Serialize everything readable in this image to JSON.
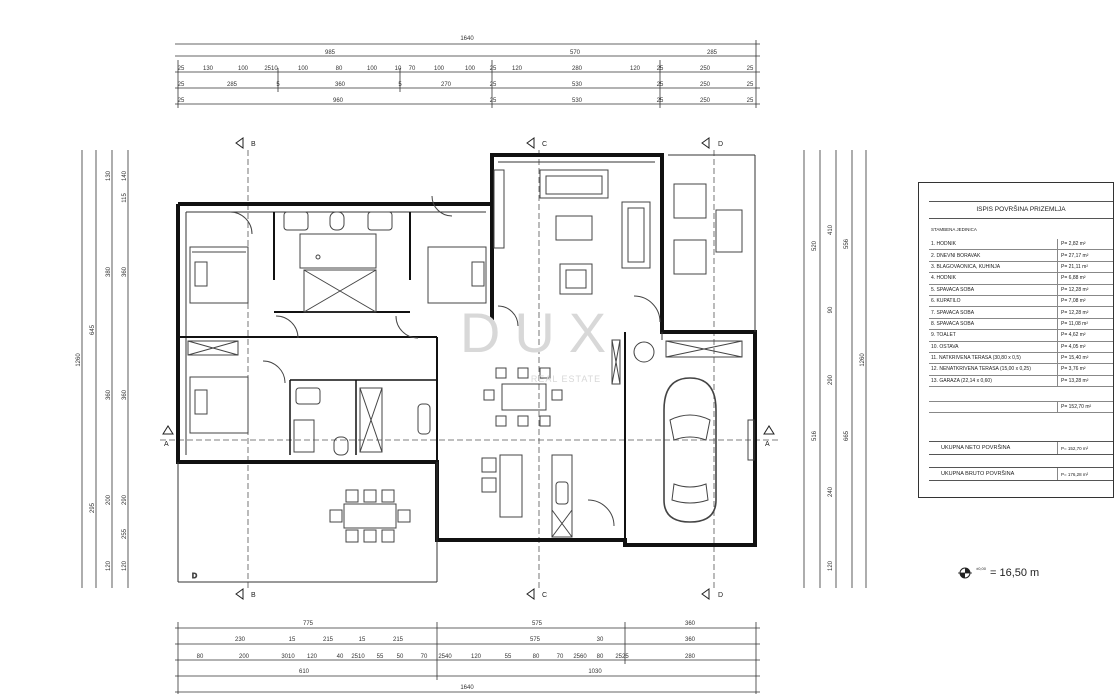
{
  "dims_top": {
    "total": "1640",
    "row1": [
      "985",
      "570",
      "285"
    ],
    "row2": [
      "25",
      "130",
      "100",
      "2510",
      "100",
      "80",
      "100",
      "10",
      "70",
      "100",
      "100",
      "25",
      "120",
      "280",
      "120",
      "25",
      "250",
      "25"
    ],
    "row3": [
      "25",
      "285",
      "5",
      "360",
      "5",
      "270",
      "25",
      "530",
      "25",
      "250",
      "25"
    ],
    "row4": [
      "25",
      "960",
      "25",
      "530",
      "25",
      "250",
      "25"
    ]
  },
  "dims_bottom": {
    "row1": [
      "775",
      "575",
      "360"
    ],
    "row2": [
      "230",
      "15",
      "215",
      "15",
      "215",
      "575",
      "30",
      "360"
    ],
    "row3": [
      "80",
      "200",
      "3010",
      "120",
      "40",
      "2510",
      "55",
      "50",
      "70",
      "2540",
      "120",
      "55",
      "80",
      "70",
      "2560",
      "80",
      "2525",
      "280"
    ],
    "row4": [
      "610",
      "1030"
    ],
    "total": "1640"
  },
  "dims_left": {
    "total": "1260",
    "col1": [
      "140",
      "115",
      "360",
      "360",
      "290",
      "255",
      "120"
    ],
    "col2": [
      "645",
      "295"
    ],
    "col3": [
      "130",
      "380",
      "360",
      "200",
      "120"
    ]
  },
  "dims_right": {
    "total": "1260",
    "col1": [
      "520",
      "516"
    ],
    "col2": [
      "410",
      "90",
      "290",
      "240",
      "120"
    ],
    "col3": [
      "556",
      "665"
    ]
  },
  "sections": {
    "b_top": "B",
    "b_bottom": "B",
    "c_top": "C",
    "c_bottom": "C",
    "d_top": "D",
    "d_bottom": "D",
    "a_left": "A",
    "a_right": "A",
    "d_corner": "D"
  },
  "watermark": {
    "logo": "DUX",
    "tagline": "REAL ESTATE"
  },
  "legend": {
    "title": "ISPIS POVRŠINA PRIZEMLJA",
    "subtitle": "STAMBENA JEDINICA",
    "rows": [
      {
        "name": "1. HODNIK",
        "value": "P= 2,82 m²"
      },
      {
        "name": "2. DNEVNI BORAVAK",
        "value": "P= 27,17 m²"
      },
      {
        "name": "3. BLAGOVAONICA, KUHINJA",
        "value": "P= 21,11 m²"
      },
      {
        "name": "4. HODNIK",
        "value": "P= 6,88 m²"
      },
      {
        "name": "5. SPAVAĆA SOBA",
        "value": "P= 12,28 m²"
      },
      {
        "name": "6. KUPATILO",
        "value": "P= 7,08 m²"
      },
      {
        "name": "7. SPAVAĆA SOBA",
        "value": "P= 12,28 m²"
      },
      {
        "name": "8. SPAVAĆA SOBA",
        "value": "P= 11,08 m²"
      },
      {
        "name": "9. TOALET",
        "value": "P= 4,62 m²"
      },
      {
        "name": "10. OSTAVA",
        "value": "P= 4,05 m²"
      },
      {
        "name": "11. NATKRIVENA TERASA (30,80 x 0,5)",
        "value": "P= 15,40 m²"
      },
      {
        "name": "12. NENATKRIVENA TERASA (15,00 x 0,25)",
        "value": "P= 3,76 m²"
      },
      {
        "name": "13. GARAŽA (22,14 x 0,60)",
        "value": "P= 13,28 m²"
      }
    ],
    "sum": "P= 152,70 m²",
    "neto_label": "UKUPNA NETO POVRŠINA",
    "neto_value": "P= 152,70 m²",
    "bruto_label": "UKUPNA BRUTO POVRŠINA",
    "bruto_value": "P= 176,28 m²"
  },
  "elevation": {
    "marker": "±0,00",
    "text": "= 16,50 m"
  }
}
